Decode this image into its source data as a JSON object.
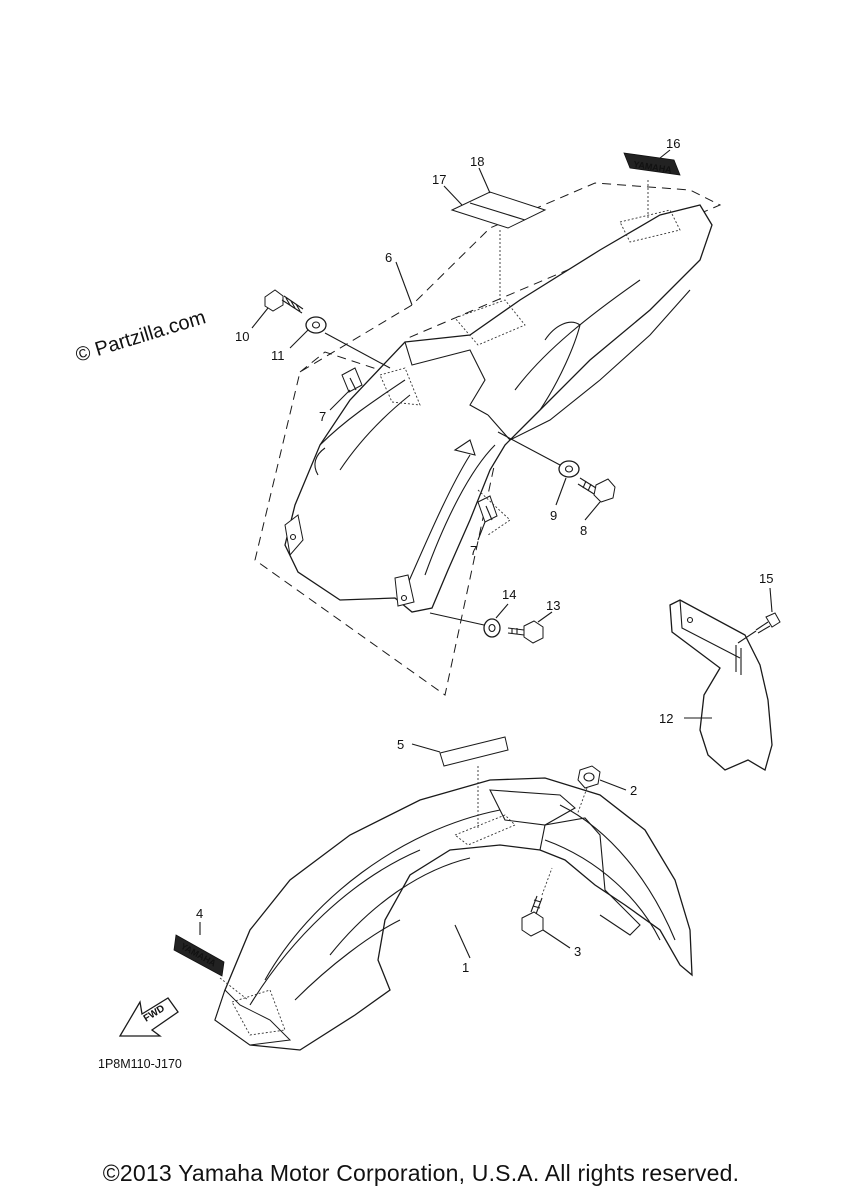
{
  "diagram": {
    "watermark": "© Partzilla.com",
    "diagram_code": "1P8M110-J170",
    "copyright": "©2013 Yamaha Motor Corporation, U.S.A. All rights reserved.",
    "decal_brand": "YAMAHA",
    "direction_label": "FWD",
    "callouts": {
      "c1": "1",
      "c2": "2",
      "c3": "3",
      "c4": "4",
      "c5": "5",
      "c6": "6",
      "c7a": "7",
      "c7b": "7",
      "c8": "8",
      "c9": "9",
      "c10": "10",
      "c11": "11",
      "c12": "12",
      "c13": "13",
      "c14": "14",
      "c15": "15",
      "c16": "16",
      "c17": "17",
      "c18": "18"
    }
  }
}
